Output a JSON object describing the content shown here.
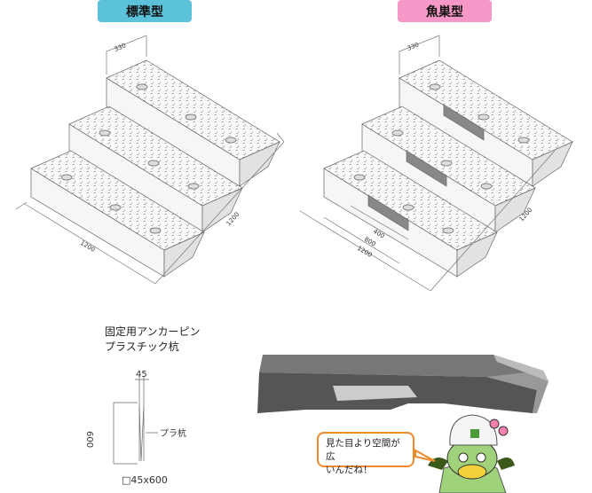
{
  "titles": {
    "standard": "標準型",
    "fish_nest": "魚巣型"
  },
  "standard_dims": {
    "width": "330",
    "length_left": "1200",
    "length_right": "1200"
  },
  "fish_dims": {
    "width": "330",
    "slot_inner": "400",
    "slot_outer": "800",
    "length_left": "1200",
    "length_right": "1200"
  },
  "pin": {
    "title_line1": "固定用アンカーピン",
    "title_line2": "プラスチック杭",
    "width": "45",
    "height": "600",
    "label": "プラ杭",
    "size": "□45x600"
  },
  "bubble": {
    "line1": "見た目より空間が広",
    "line2": "いんだね！"
  },
  "colors": {
    "standard": "#5bc2da",
    "fish_nest": "#f799c8",
    "bubble_border": "#f08a2a"
  }
}
